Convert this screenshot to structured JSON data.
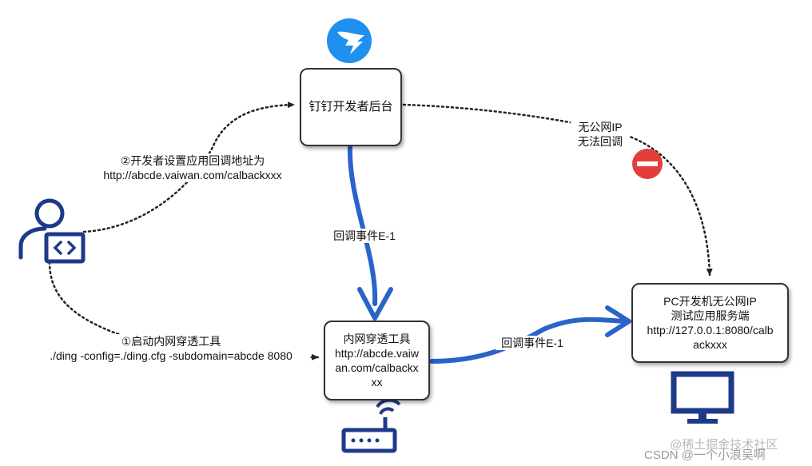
{
  "colors": {
    "accent_blue": "#2a63c9",
    "dark_navy": "#1d3a8a",
    "ding_blue": "#1f8ff0",
    "stop_red": "#e53c3c",
    "dotted": "#222222"
  },
  "nodes": {
    "dingtalk_backend": {
      "label": "钉钉开发者后台",
      "icon": "dingtalk-logo-icon"
    },
    "tunnel_tool": {
      "line1": "内网穿透工具",
      "line2": "http://abcde.vaiw",
      "line3": "an.com/calbackx",
      "line4": "xx",
      "icon": "router-icon"
    },
    "pc_server": {
      "line1": "PC开发机无公网IP",
      "line2": "测试应用服务端",
      "line3": "http://127.0.0.1:8080/calb",
      "line4": "ackxxx",
      "icon": "monitor-icon"
    },
    "developer": {
      "icon": "developer-icon"
    }
  },
  "edges": {
    "set_callback": {
      "line1": "②开发者设置应用回调地址为",
      "line2": "http://abcde.vaiwan.com/calbackxxx"
    },
    "start_tunnel": {
      "line1": "①启动内网穿透工具",
      "line2": "./ding -config=./ding.cfg -subdomain=abcde 8080"
    },
    "callback_event_down": {
      "label": "回调事件E-1"
    },
    "callback_event_right": {
      "label": "回调事件E-1"
    },
    "no_public_ip": {
      "line1": "无公网IP",
      "line2": "无法回调",
      "icon": "stop-icon"
    }
  },
  "watermark": {
    "text": "CSDN @一个小浪吴啊",
    "overlay": "@稀土掘金技术社区"
  }
}
